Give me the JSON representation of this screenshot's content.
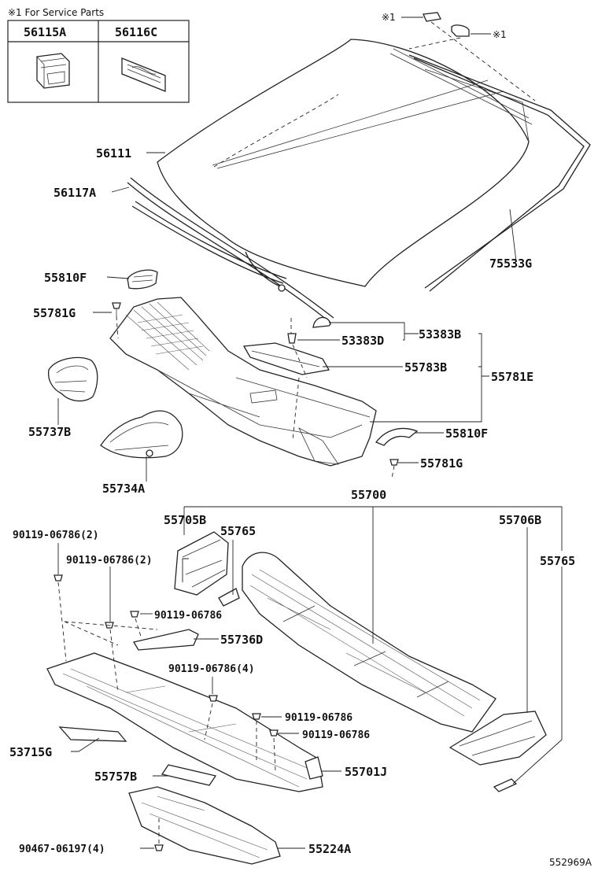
{
  "service_note": "※1 For Service Parts",
  "service_parts": [
    "56115A",
    "56116C"
  ],
  "service_mark": "※1",
  "labels": {
    "p56111": "56111",
    "p56117A": "56117A",
    "p75533G": "75533G",
    "p55810F_top": "55810F",
    "p55781G_top": "55781G",
    "p53383D": "53383D",
    "p53383B": "53383B",
    "p55783B": "55783B",
    "p55781E": "55781E",
    "p55737B": "55737B",
    "p55810F_right": "55810F",
    "p55781G_right": "55781G",
    "p55734A": "55734A",
    "p55700": "55700",
    "p55705B": "55705B",
    "p55765_left": "55765",
    "p55706B": "55706B",
    "p55765_right": "55765",
    "b1": "90119-06786(2)",
    "b2": "90119-06786(2)",
    "b3": "90119-06786",
    "p55736D": "55736D",
    "b4": "90119-06786(4)",
    "b5": "90119-06786",
    "b6": "90119-06786",
    "p53715G": "53715G",
    "p55701J": "55701J",
    "p55757B": "55757B",
    "b7": "90467-06197(4)",
    "p55224A": "55224A"
  },
  "reference_code": "552969A"
}
